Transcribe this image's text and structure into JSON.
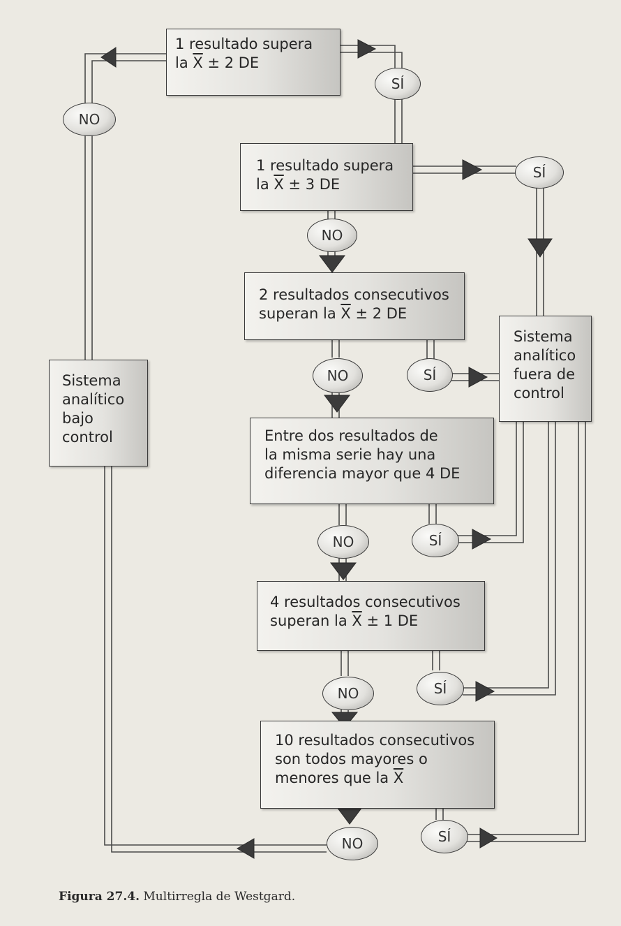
{
  "boxes": {
    "rule1": {
      "line1": "1 resultado supera",
      "line2_pre": "la ",
      "line2_xbar": "X",
      "line2_post": " ± 2 DE"
    },
    "rule2": {
      "line1": "1 resultado supera",
      "line2_pre": "la ",
      "line2_xbar": "X",
      "line2_post": " ± 3 DE"
    },
    "rule3": {
      "line1": "2 resultados consecutivos",
      "line2_pre": "superan la ",
      "line2_xbar": "X",
      "line2_post": " ± 2 DE"
    },
    "rule4": {
      "line1": "Entre dos resultados de",
      "line2": "la misma serie hay una",
      "line3": "diferencia mayor que 4 DE"
    },
    "rule5": {
      "line1": "4 resultados consecutivos",
      "line2_pre": "superan la ",
      "line2_xbar": "X",
      "line2_post": " ± 1 DE"
    },
    "rule6": {
      "line1": "10 resultados consecutivos",
      "line2": "son todos mayores o",
      "line3_pre": "menores que la ",
      "line3_xbar": "X"
    },
    "under_control": {
      "line1": "Sistema",
      "line2": "analítico",
      "line3": "bajo",
      "line4": "control"
    },
    "out_of_control": {
      "line1": "Sistema",
      "line2": "analítico",
      "line3": "fuera de",
      "line4": "control"
    }
  },
  "labels": {
    "yes": "SÍ",
    "no": "NO"
  },
  "caption": {
    "bold": "Figura 27.4.",
    "text": " Multirregla de Westgard."
  }
}
